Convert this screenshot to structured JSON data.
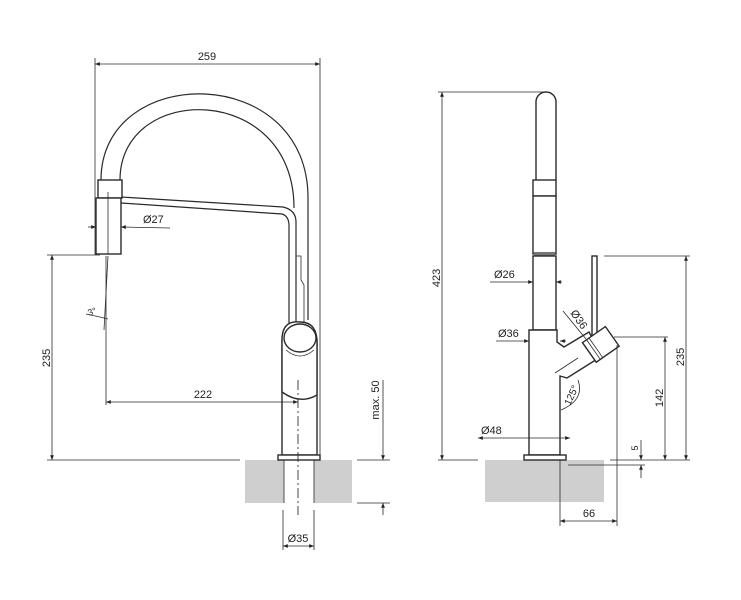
{
  "colors": {
    "line": "#2a2a2a",
    "countertop": "#cfcfcf",
    "background": "#ffffff"
  },
  "side_view": {
    "dims": {
      "overall_width": "259",
      "spray_head_diameter": "Ø27",
      "spout_height": "235",
      "spray_angle": "3°",
      "spout_reach": "222",
      "max_counter_thickness": "max. 50",
      "mounting_hole": "Ø35"
    }
  },
  "front_view": {
    "dims": {
      "total_height": "423",
      "tube_diameter": "Ø26",
      "collar_diameter": "Ø36",
      "lever_diameter": "Ø36",
      "lever_angle": "125°",
      "base_diameter": "Ø48",
      "lever_top_height": "235",
      "lever_axis_height": "142",
      "base_thickness": "5",
      "lever_offset": "66"
    }
  }
}
